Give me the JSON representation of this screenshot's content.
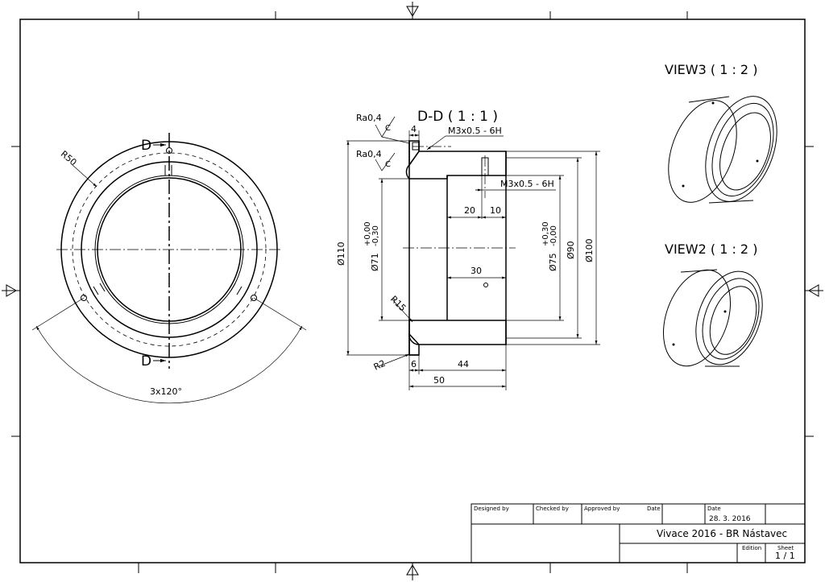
{
  "views": {
    "section": {
      "title": "D-D ( 1 : 1 )",
      "cut_label": "D"
    },
    "view3": {
      "title": "VIEW3 ( 1 : 2 )"
    },
    "view2": {
      "title": "VIEW2 ( 1 : 2 )"
    }
  },
  "front_view": {
    "radius": "R50",
    "pattern": "3x120°"
  },
  "section_dims": {
    "ra_top": "Ra0,4",
    "ra_c_top": "C",
    "ra_mid": "Ra0,4",
    "ra_c_mid": "C",
    "dim_4": "4",
    "thread_top": "M3x0.5 - 6H",
    "thread_mid": "M3x0.5 - 6H",
    "dim_20": "20",
    "dim_10": "10",
    "dim_30": "30",
    "dia_110": "Ø110",
    "dia_71": "Ø71",
    "tol_71_upper": "+0,00",
    "tol_71_lower": "-0,30",
    "dia_75": "Ø75",
    "tol_75_upper": "+0,30",
    "tol_75_lower": "-0,00",
    "dia_90": "Ø90",
    "dia_100": "Ø100",
    "r15": "R15",
    "r2": "R2",
    "dim_6": "6",
    "dim_44": "44",
    "dim_50": "50"
  },
  "title_block": {
    "designed_by": "Designed by",
    "checked_by": "Checked by",
    "approved_by": "Approved by",
    "date_label": "Date",
    "date_label2": "Date",
    "date_value": "28. 3. 2016",
    "title": "Vivace 2016 - BR Nástavec",
    "edition": "Edition",
    "sheet_label": "Sheet",
    "sheet_value": "1 / 1"
  }
}
